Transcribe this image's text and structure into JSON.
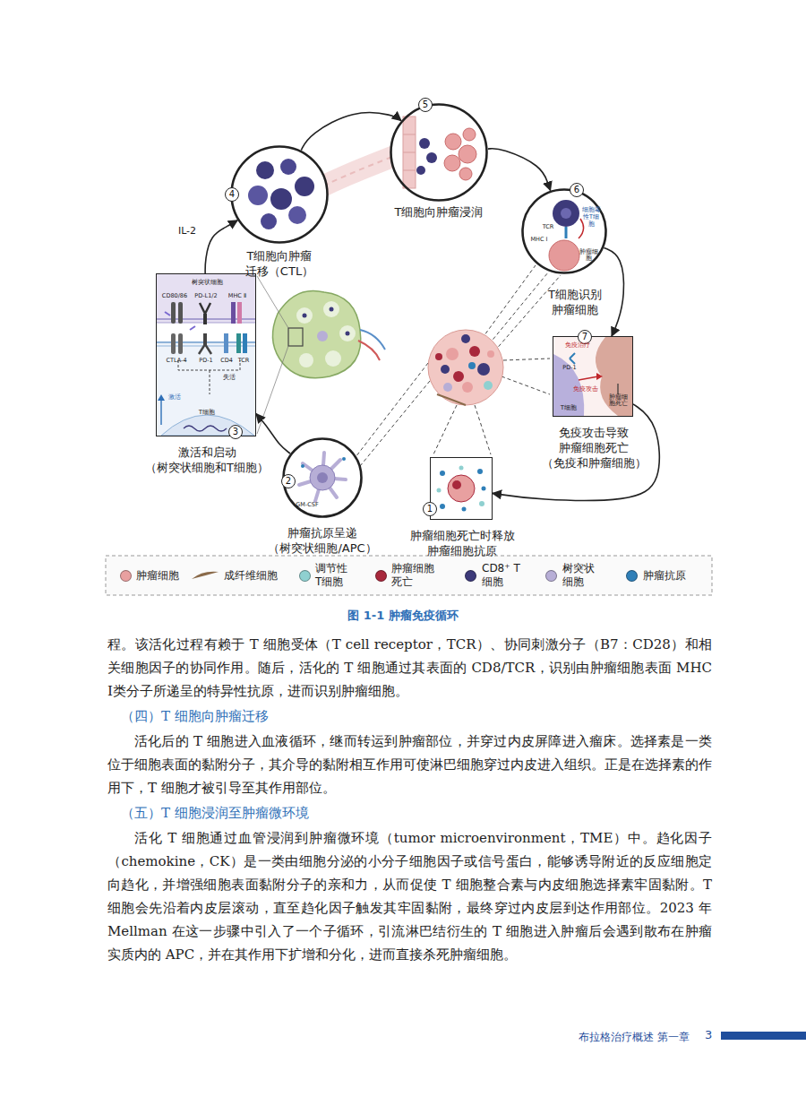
{
  "diagram": {
    "caption": "图 1-1 肿瘤免疫循环",
    "nodes": [
      {
        "text": [
          "4",
          "T细胞向肿瘤 迁移（CTL）"
        ]
      },
      {
        "text": [
          "5",
          "T细胞向肿瘤浸润"
        ]
      },
      {
        "text": [
          "6",
          "T细胞识别 肿瘤细胞",
          "细胞毒性T细胞",
          "TCR",
          "MHC Ⅰ",
          "肿瘤细胞"
        ]
      },
      {
        "text": [
          "3",
          "激活和启动 （树突状细胞和T细胞）",
          "树突状细胞",
          "CD80/86",
          "PD-L1/2",
          "MHC Ⅱ",
          "CTLA-4",
          "PD-1",
          "CD4",
          "TCR",
          "失活",
          "激活",
          "T细胞"
        ]
      },
      {
        "text": [
          "7",
          "免疫攻击导致 肿瘤细胞死亡 （免疫和肿瘤细胞）",
          "免疫治疗",
          "PD-1",
          "免疫攻击",
          "肿瘤细胞死亡",
          "T细胞"
        ]
      },
      {
        "text": [
          "2",
          "肿瘤抗原呈递 （树突状细胞/APC）",
          "GM-CSF"
        ]
      },
      {
        "text": [
          "1",
          "肿瘤细胞死亡时释放 肿瘤细胞抗原"
        ]
      }
    ],
    "edges": [
      {
        "from": 5,
        "to": 3,
        "arrow": "to"
      },
      {
        "from": 3,
        "to": 0,
        "label": "IL-2",
        "arrow": "to"
      },
      {
        "from": 0,
        "to": 1,
        "arrow": "to"
      },
      {
        "from": 1,
        "to": 2,
        "arrow": "to"
      },
      {
        "from": 2,
        "to": 4,
        "arrow": "to"
      },
      {
        "from": 4,
        "to": 6,
        "arrow": "to"
      }
    ],
    "labels": [
      "程。该活化过程有赖于 T 细胞受体（T cell receptor，TCR）、协同刺激分子（B7：CD28）和相关细胞因子的协同作用。随后，活化的 T 细胞通过其表面的 CD8/TCR，识别由肿瘤细胞表面 MHC Ⅰ类分子所递呈的特异性抗原，进而识别肿瘤细胞。",
      "（四）T 细胞向肿瘤迁移",
      "活化后的 T 细胞进入血液循环，继而转运到肿瘤部位，并穿过内皮屏障进入瘤床。选择素是一类位于细胞表面的黏附分子，其介导的黏附相互作用可使淋巴细胞穿过内皮进入组织。正是在选择素的作用下，T 细胞才被引导至其作用部位。",
      "（五）T 细胞浸润至肿瘤微环境",
      "活化 T 细胞通过血管浸润到肿瘤微环境（tumor microenvironment，TME）中。趋化因子（chemokine，CK）是一类由细胞分泌的小分子细胞因子或信号蛋白，能够诱导附近的反应细胞定向趋化，并增强细胞表面黏附分子的亲和力，从而促使 T 细胞整合素与内皮细胞选择素牢固黏附。T 细胞会先沿着内皮层滚动，直至趋化因子触发其牢固黏附，最终穿过内皮层到达作用部位。2023 年 Mellman 在这一步骤中引入了一个子循环，引流淋巴结衍生的 T 细胞进入肿瘤后会遇到散布在肿瘤实质内的 APC，并在其作用下扩增和分化，进而直接杀死肿瘤细胞。",
      "布拉格治疗概述 第一章",
      "3"
    ],
    "legend": [
      {
        "text": "肿瘤细胞",
        "color": "#e8a0a0"
      },
      {
        "text": "成纤维细胞"
      },
      {
        "text": "调节性T细胞",
        "color": "#8fd0d0"
      },
      {
        "text": "肿瘤细胞死亡",
        "color": "#a8283c"
      },
      {
        "text": "CD8⁺ T细胞",
        "color": "#3d3a7a"
      },
      {
        "text": "树突状细胞",
        "color": "#b7aed6"
      },
      {
        "text": "肿瘤抗原",
        "color": "#2f7fb8"
      }
    ]
  }
}
